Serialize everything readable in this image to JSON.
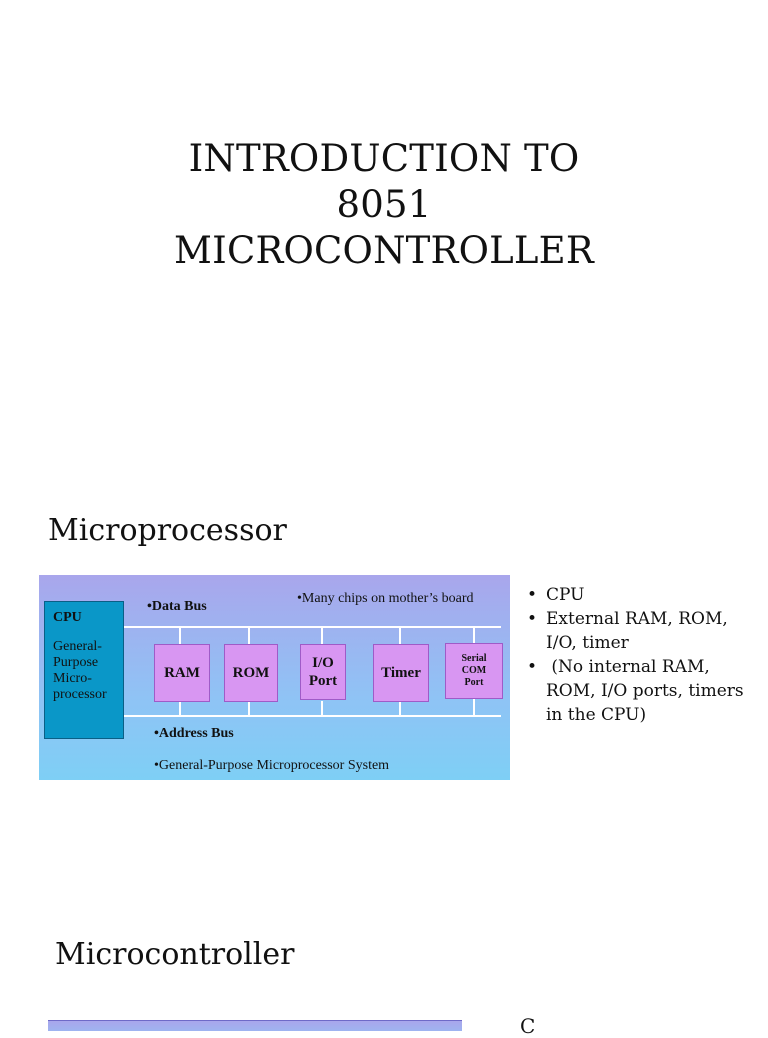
{
  "slide1": {
    "title_lines": [
      "INTRODUCTION TO",
      "8051",
      "MICROCONTROLLER"
    ]
  },
  "slide2": {
    "heading": "Microprocessor",
    "diagram": {
      "cpu_title": "CPU",
      "cpu_description": "General-Purpose Micro-processor",
      "data_bus_label": "•Data Bus",
      "chips_note": "•Many chips on mother’s board",
      "address_bus_label": "•Address Bus",
      "caption": "•General-Purpose Microprocessor System",
      "chips": [
        "RAM",
        "ROM",
        "I/O Port",
        "Timer",
        "Serial COM Port"
      ],
      "colors": {
        "background_top": "#a9a6ec",
        "background_bottom": "#7ecff5",
        "cpu": "#0a97c8",
        "chip": "#d896f2"
      }
    },
    "bullets": [
      "CPU",
      "External RAM, ROM, I/O, timer",
      " (No internal RAM, ROM, I/O ports, timers in the CPU)"
    ]
  },
  "slide3": {
    "heading": "Microcontroller",
    "cut_text": "C"
  }
}
